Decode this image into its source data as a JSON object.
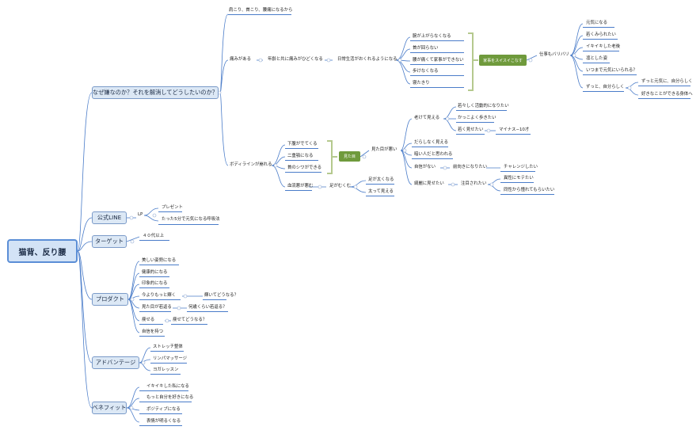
{
  "root": {
    "label": "猫背、反り腰"
  },
  "branches": {
    "why": {
      "label": "なぜ嫌なのか？それを解消してどうしたいのか？",
      "shoulder": "肩こり、首こり、腰痛になるから",
      "pain": "痛みがある",
      "age_pain": "年齢と共に痛みがひどくなる",
      "life": "日常生活がおくれるようになる",
      "pain_items": [
        "腕が上がらなくなる",
        "首が回らない",
        "腰が痛くて家事ができない",
        "歩けなくなる",
        "寝たきり"
      ],
      "housework": "家事をスイスイこなす",
      "work": "仕事もバリバリ",
      "work_items": [
        "元気になる",
        "若くみられたい",
        "イキイキした老後",
        "凛とした姿",
        "いつまで元気にいられる？"
      ],
      "always": "ずっと、自分らしく",
      "always_items": [
        "ずっと元気に、自分らしく",
        "好きなことができる身体へ"
      ],
      "body_line": "ボディラインが崩れる",
      "line_items": [
        "下腹がでてくる",
        "二重顎になる",
        "首のシワができる"
      ],
      "looks": "見た目",
      "looks_bad": "見た目が悪い",
      "old": "老けて見える",
      "old_items": [
        "若々しく活動的になりたい",
        "かっこよく歩きたい",
        "若く見せたい"
      ],
      "age_target": "マイナス−10才",
      "sloppy": "だらしなく見える",
      "sickly": "暗い人だと思われる",
      "no_conf": "自信がない",
      "forward": "前向きになりたい",
      "challenge": "チャレンジしたい",
      "shy": "綺麗に見せたい",
      "noticed": "注目されたい",
      "noticed_items": [
        "異性にモテたい",
        "同性から憧れてもらいたい"
      ],
      "circulation": "血流悪が悪む",
      "swelling": "足がむくむ",
      "swell_items": [
        "足が太くなる",
        "太って見える"
      ]
    },
    "line": {
      "label": "公式LINE",
      "lp": "LP",
      "present": "プレゼント",
      "promo": "たった5分で元気になる呼吸法"
    },
    "target": {
      "label": "ターゲット",
      "value": "４０代以上"
    },
    "product": {
      "label": "プロダクト",
      "items": [
        "美しい姿勢になる",
        "健康的になる",
        "印象的になる",
        "今よりもっと輝く",
        "見た目が若返る",
        "痩せる",
        "自信を持つ"
      ],
      "shine_q": "輝いてどうなる？",
      "young_q": "何歳くらい若返る？",
      "slim_q": "痩せてどうなる？"
    },
    "advantage": {
      "label": "アドバンテージ",
      "items": [
        "ストレッチ整体",
        "リンパマッサージ",
        "ヨガレッスン"
      ]
    },
    "benefit": {
      "label": "ベネフィット",
      "items": [
        "イキイキした私になる",
        "もっと自分を好きになる",
        "ポジティブになる",
        "表情が明るくなる"
      ]
    }
  }
}
